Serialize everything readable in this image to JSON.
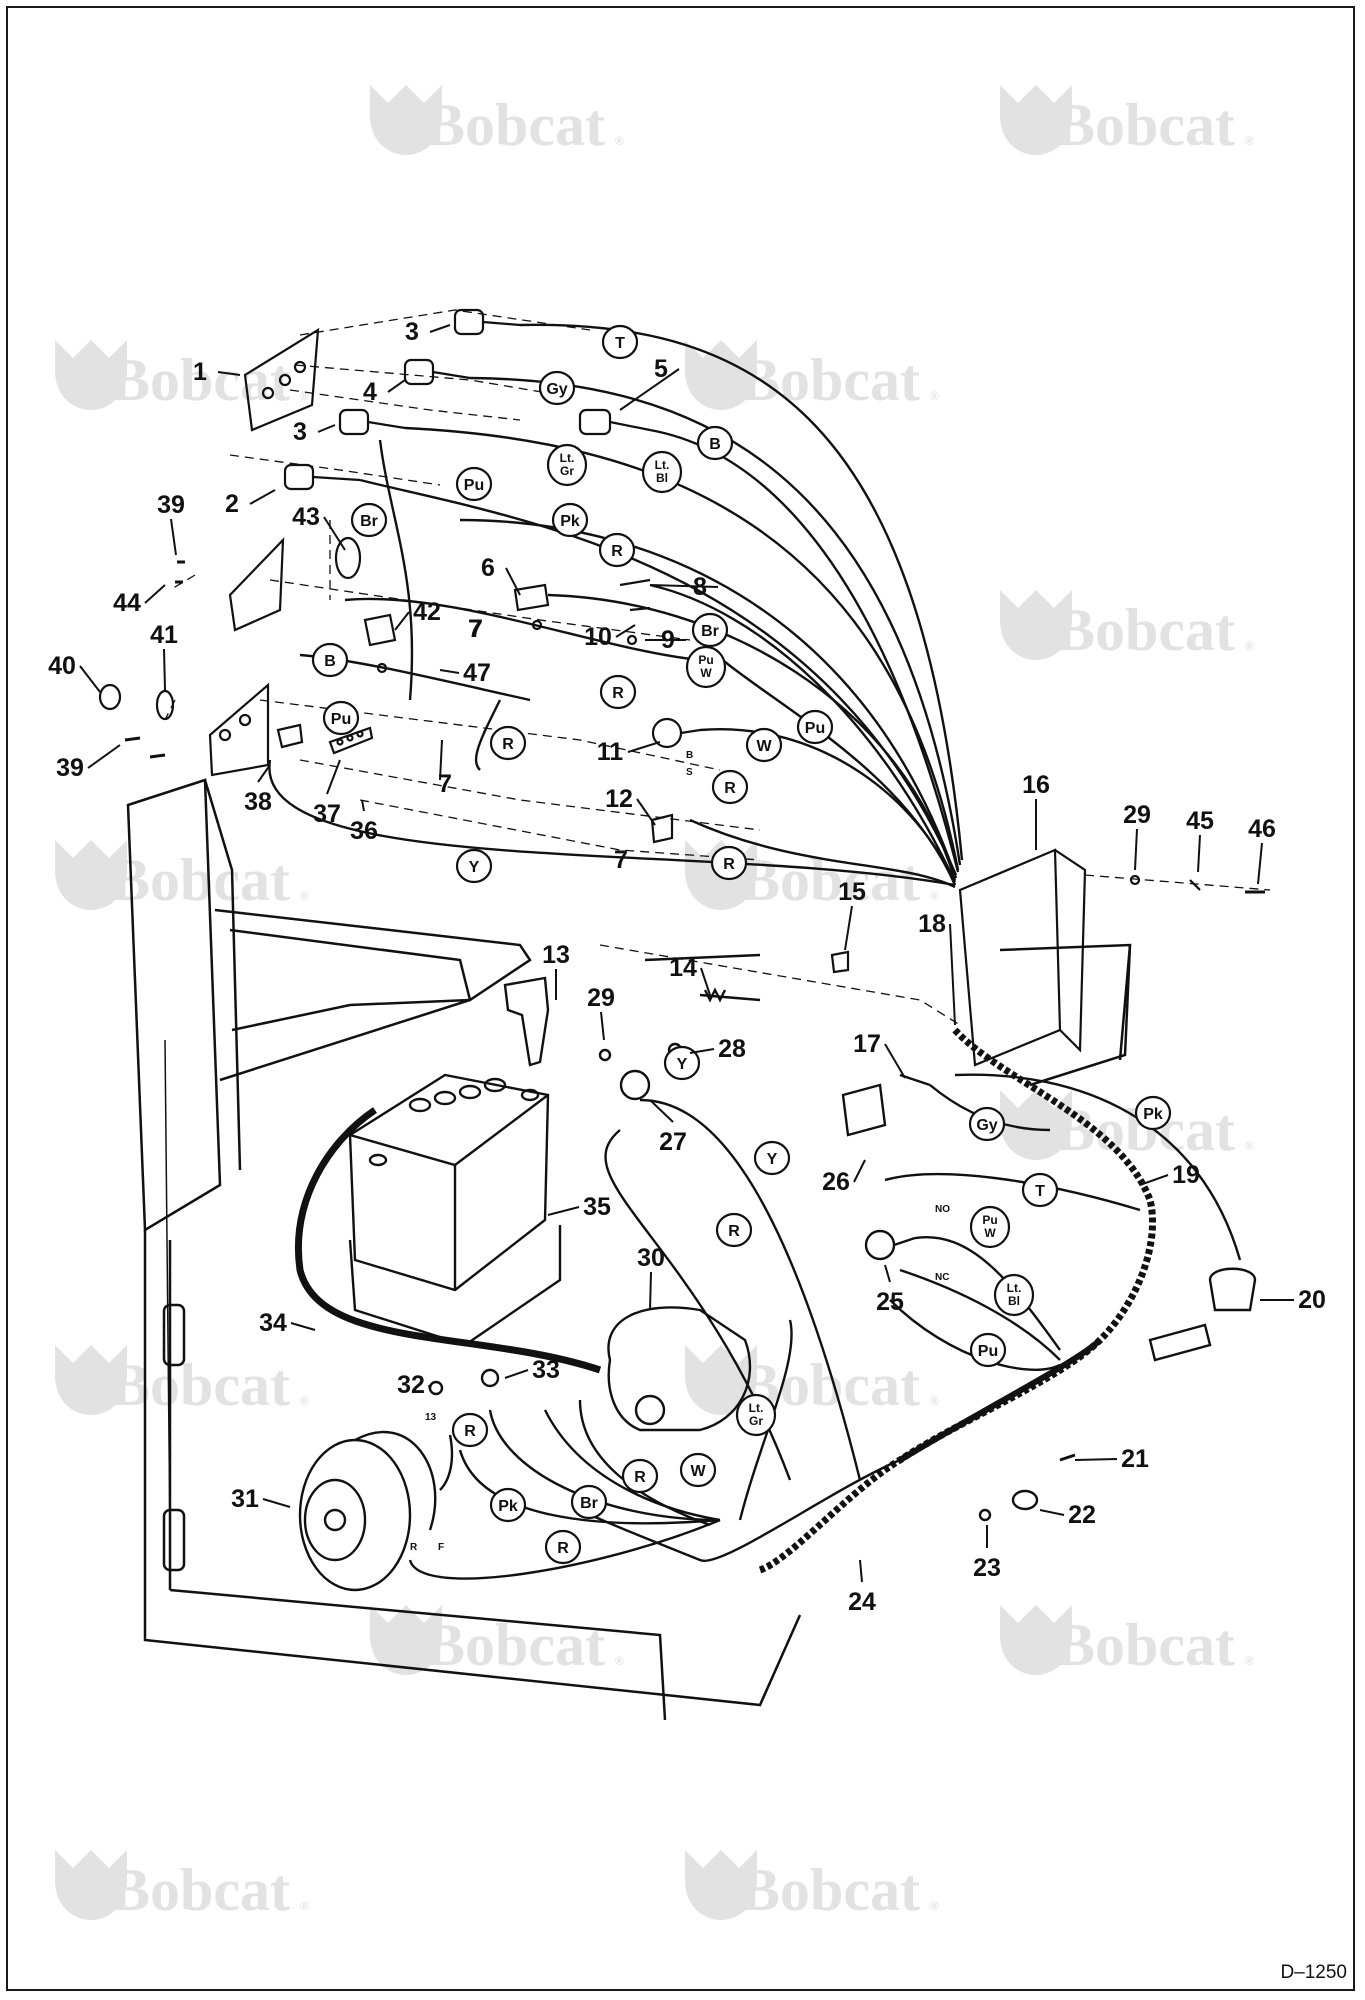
{
  "watermark": {
    "brand": "Bobcat",
    "mark": "®"
  },
  "drawing_code": "D–1250",
  "callouts": [
    "1",
    "2",
    "3",
    "3",
    "4",
    "5",
    "6",
    "7",
    "7",
    "7",
    "7",
    "8",
    "9",
    "10",
    "11",
    "12",
    "13",
    "14",
    "15",
    "16",
    "17",
    "18",
    "19",
    "20",
    "21",
    "22",
    "23",
    "24",
    "25",
    "26",
    "27",
    "28",
    "29",
    "29",
    "30",
    "31",
    "32",
    "33",
    "34",
    "35",
    "36",
    "37",
    "38",
    "39",
    "39",
    "40",
    "41",
    "42",
    "43",
    "44",
    "45",
    "46",
    "47"
  ],
  "wire_tags": [
    "T",
    "Gy",
    "B",
    "Lt. Gr",
    "Lt. Bl",
    "Pu",
    "Br",
    "Pk",
    "R",
    "Br",
    "Pu W",
    "B",
    "R",
    "R",
    "Pu",
    "W",
    "Pu",
    "R",
    "Y",
    "R",
    "Y",
    "Y",
    "R",
    "Pk",
    "Gy",
    "T",
    "Pu W",
    "Lt. Bl",
    "Pu",
    "Lt. Gr",
    "W",
    "R",
    "R",
    "Pk",
    "Br",
    "R"
  ],
  "terminal_marks": [
    "NO",
    "NC",
    "B",
    "S",
    "R",
    "F",
    "13"
  ],
  "colors": {
    "ink": "#111111",
    "watermark": "#e2e2e2",
    "paper": "#ffffff"
  }
}
